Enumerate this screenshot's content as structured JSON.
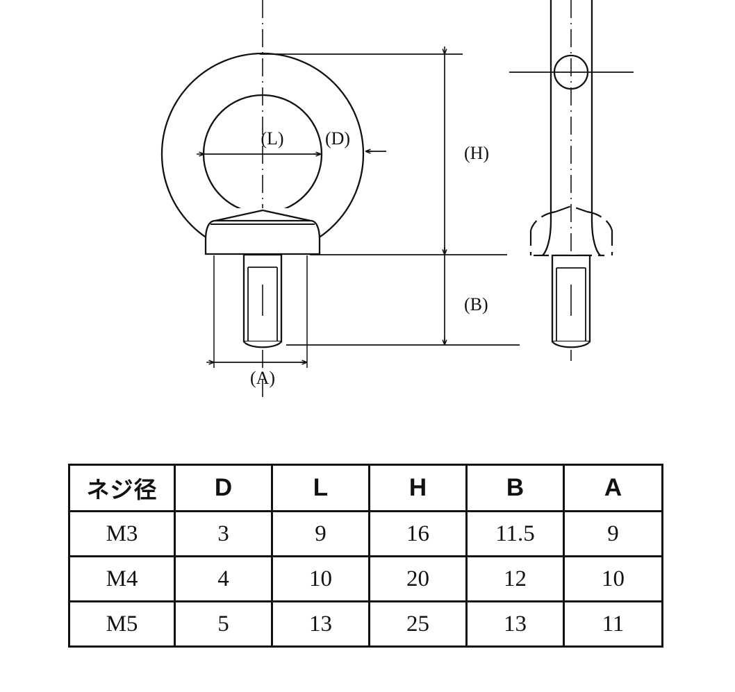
{
  "drawing": {
    "title_present": false,
    "views": [
      {
        "id": "front-view",
        "name": "front-elevation"
      },
      {
        "id": "side-view",
        "name": "side-elevation"
      }
    ],
    "dimension_labels": {
      "L": "(L)",
      "D": "(D)",
      "H": "(H)",
      "B": "(B)",
      "A": "(A)"
    },
    "line_color": "#111111",
    "background_color": "#ffffff"
  },
  "table": {
    "name": "eyebolt-dimension-table",
    "headers": [
      "ネジ径",
      "D",
      "L",
      "H",
      "B",
      "A"
    ],
    "rows": [
      [
        "M3",
        "3",
        "9",
        "16",
        "11.5",
        "9"
      ],
      [
        "M4",
        "4",
        "10",
        "20",
        "12",
        "10"
      ],
      [
        "M5",
        "5",
        "13",
        "25",
        "13",
        "11"
      ]
    ]
  }
}
